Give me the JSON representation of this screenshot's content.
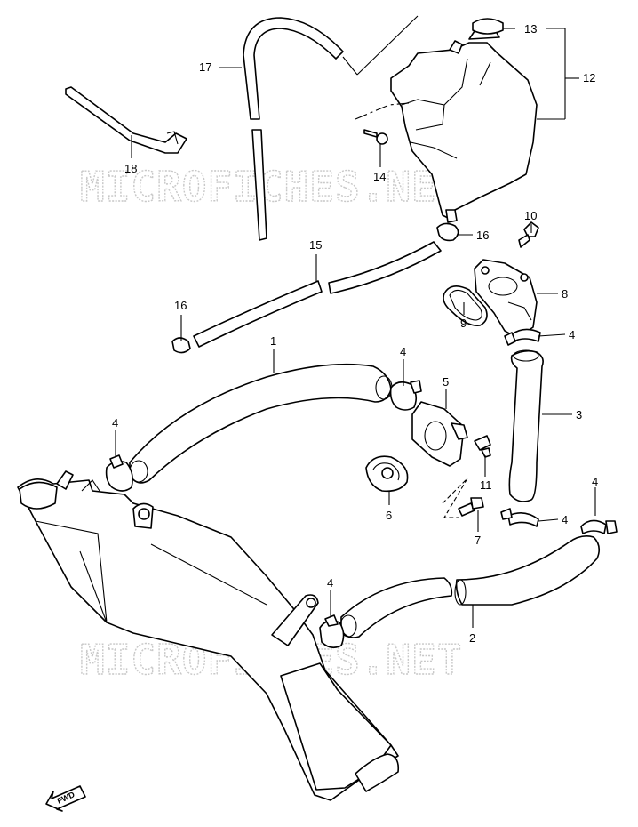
{
  "watermark": {
    "text": "MICROFICHES.NET"
  },
  "callouts": {
    "c1": "1",
    "c2": "2",
    "c3": "3",
    "c4a": "4",
    "c4b": "4",
    "c4c": "4",
    "c4d": "4",
    "c4e": "4",
    "c4f": "4",
    "c5": "5",
    "c6": "6",
    "c7": "7",
    "c8": "8",
    "c9": "9",
    "c10": "10",
    "c11": "11",
    "c12": "12",
    "c13": "13",
    "c14": "14",
    "c15": "15",
    "c16a": "16",
    "c16b": "16",
    "c17": "17",
    "c18": "18"
  },
  "direction": {
    "label": "FWD"
  }
}
